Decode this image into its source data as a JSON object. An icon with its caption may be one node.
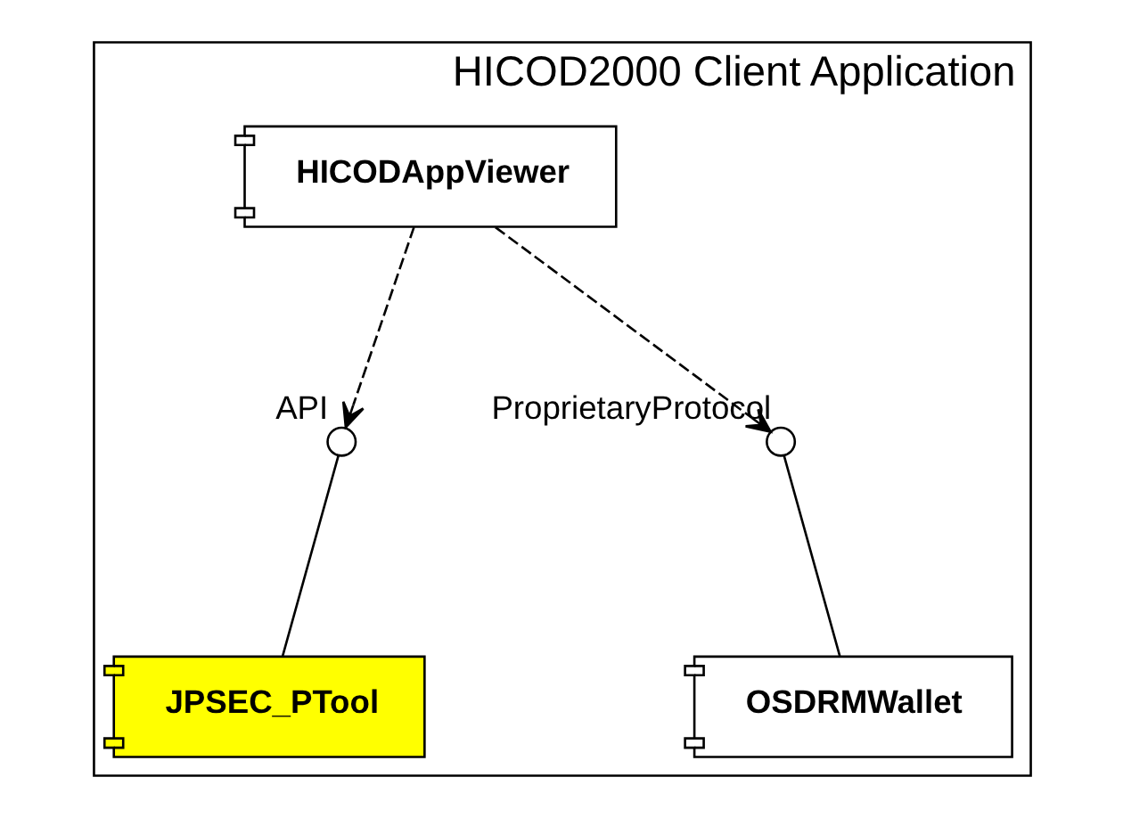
{
  "diagram": {
    "nodes": [
      {
        "text": [
          "HICOD2000 Client Application"
        ]
      },
      {
        "text": [
          "HICODAppViewer"
        ],
        "in": 0
      },
      {
        "text": [],
        "shape": "circle",
        "beside": [
          "API"
        ],
        "in": 0
      },
      {
        "text": [
          "JPSEC_PTool"
        ],
        "in": 0
      },
      {
        "text": [],
        "shape": "circle",
        "beside": [
          "ProprietaryProtocol"
        ],
        "in": 0
      },
      {
        "text": [
          "OSDRMWallet"
        ],
        "in": 0
      }
    ],
    "edges": [
      {
        "from": 1,
        "to": 2,
        "arrow": "to",
        "style": "dashed"
      },
      {
        "from": 3,
        "to": 2,
        "arrow": "none"
      },
      {
        "from": 1,
        "to": 4,
        "arrow": "to",
        "style": "dashed"
      },
      {
        "from": 5,
        "to": 4,
        "arrow": "none"
      }
    ]
  }
}
